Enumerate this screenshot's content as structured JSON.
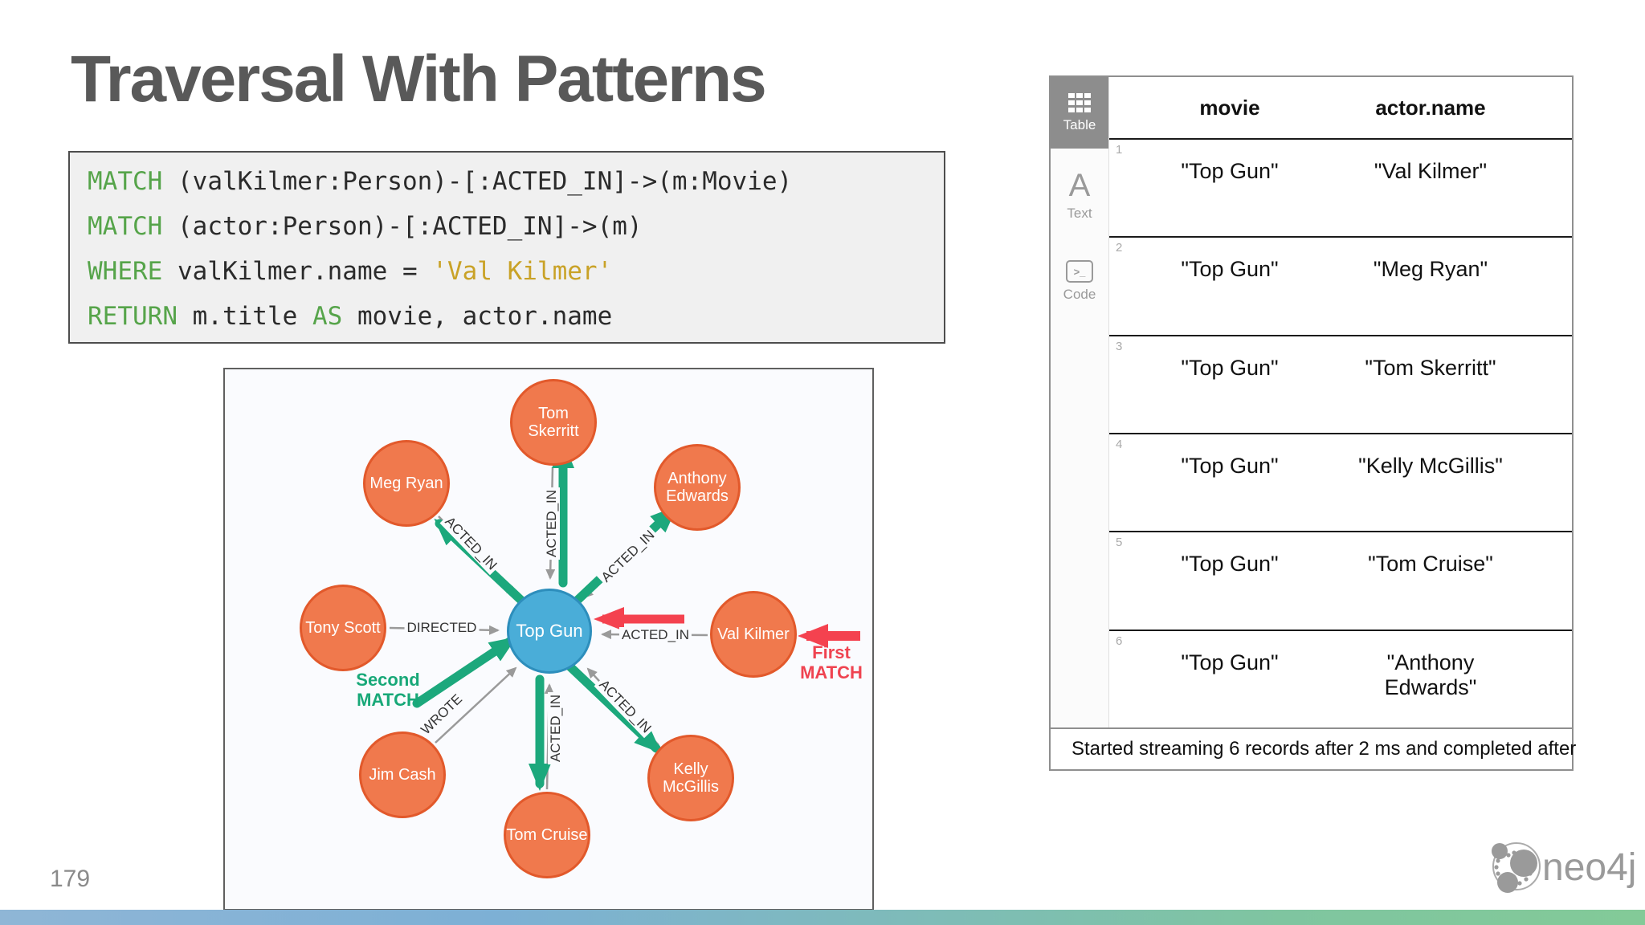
{
  "slide": {
    "title": "Traversal With Patterns",
    "page_number": "179",
    "brand": "neo4j"
  },
  "code": {
    "l1_kw": "MATCH",
    "l1_rest": " (valKilmer:Person)-[:ACTED_IN]->(m:Movie)",
    "l2_kw": "MATCH",
    "l2_rest": " (actor:Person)-[:ACTED_IN]->(m)",
    "l3_kw": "WHERE",
    "l3_mid": " valKilmer.name = ",
    "l3_str": "'Val Kilmer'",
    "l4_kw": "RETURN",
    "l4_a": " m.title ",
    "l4_as": "AS",
    "l4_b": " movie, actor.name"
  },
  "graph": {
    "nodes": [
      {
        "label": "Tom Skerritt",
        "type": "Person"
      },
      {
        "label": "Meg Ryan",
        "type": "Person"
      },
      {
        "label": "Anthony Edwards",
        "type": "Person"
      },
      {
        "label": "Tony Scott",
        "type": "Person"
      },
      {
        "label": "Top Gun",
        "type": "Movie"
      },
      {
        "label": "Val Kilmer",
        "type": "Person"
      },
      {
        "label": "Jim Cash",
        "type": "Person"
      },
      {
        "label": "Tom Cruise",
        "type": "Person"
      },
      {
        "label": "Kelly McGillis",
        "type": "Person"
      }
    ],
    "edges": [
      {
        "label": "ACTED_IN",
        "from": "Meg Ryan",
        "to": "Top Gun"
      },
      {
        "label": "ACTED_IN",
        "from": "Tom Skerritt",
        "to": "Top Gun"
      },
      {
        "label": "ACTED_IN",
        "from": "Anthony Edwards",
        "to": "Top Gun"
      },
      {
        "label": "DIRECTED",
        "from": "Tony Scott",
        "to": "Top Gun"
      },
      {
        "label": "ACTED_IN",
        "from": "Val Kilmer",
        "to": "Top Gun"
      },
      {
        "label": "WROTE",
        "from": "Jim Cash",
        "to": "Top Gun"
      },
      {
        "label": "ACTED_IN",
        "from": "Tom Cruise",
        "to": "Top Gun"
      },
      {
        "label": "ACTED_IN",
        "from": "Kelly McGillis",
        "to": "Top Gun"
      }
    ],
    "annotations": {
      "first_line1": "First",
      "first_line2": "MATCH",
      "second_line1": "Second",
      "second_line2": "MATCH"
    },
    "colors": {
      "match_green": "#18a878",
      "match_red": "#ef4350",
      "person_orange": "#f0794d",
      "movie_blue": "#4aadd8",
      "edge_gray": "#9a9a9a"
    }
  },
  "result_panel": {
    "sidebar": [
      {
        "label": "Table"
      },
      {
        "label": "Text"
      },
      {
        "label": "Code"
      }
    ],
    "columns": [
      "movie",
      "actor.name"
    ],
    "rows": [
      {
        "num": "1",
        "movie": "\"Top Gun\"",
        "actor": "\"Val Kilmer\""
      },
      {
        "num": "2",
        "movie": "\"Top Gun\"",
        "actor": "\"Meg Ryan\""
      },
      {
        "num": "3",
        "movie": "\"Top Gun\"",
        "actor": "\"Tom Skerritt\""
      },
      {
        "num": "4",
        "movie": "\"Top Gun\"",
        "actor": "\"Kelly McGillis\""
      },
      {
        "num": "5",
        "movie": "\"Top Gun\"",
        "actor": "\"Tom Cruise\""
      },
      {
        "num": "6",
        "movie": "\"Top Gun\"",
        "actor": "\"Anthony Edwards\""
      }
    ],
    "footer": "Started streaming 6 records after 2 ms and completed after"
  }
}
